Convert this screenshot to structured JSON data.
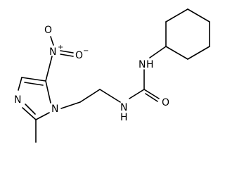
{
  "molecule": {
    "atoms": {
      "nitro_n": "N",
      "nitro_n_charge": "+",
      "nitro_o_top": "O",
      "nitro_o_right": "O",
      "nitro_o_charge": "−",
      "ring_n3": "N",
      "ring_n1": "N",
      "urea_n_upper": "N",
      "urea_n_upper_h": "H",
      "urea_n_lower": "N",
      "urea_n_lower_h": "H",
      "carbonyl_o": "O"
    },
    "colors": {
      "bond": "#000000",
      "text": "#000000",
      "background": "#ffffff"
    }
  }
}
